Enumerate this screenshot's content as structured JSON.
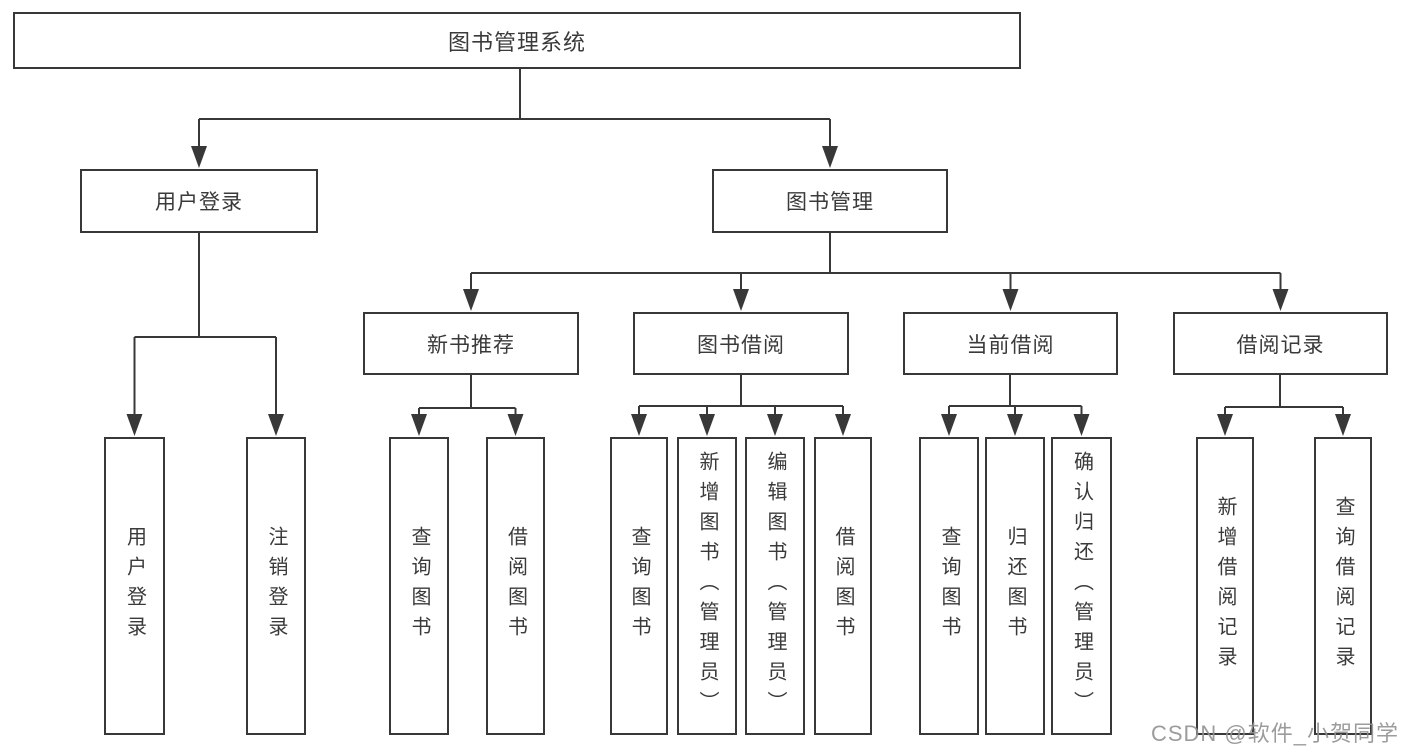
{
  "diagram": {
    "root": "图书管理系统",
    "level2": [
      "用户登录",
      "图书管理"
    ],
    "level3": [
      "新书推荐",
      "图书借阅",
      "当前借阅",
      "借阅记录"
    ],
    "leaves": {
      "userLogin": [
        "用户登录",
        "注销登录"
      ],
      "newBookRec": [
        "查询图书",
        "借阅图书"
      ],
      "bookBorrow": [
        "查询图书",
        "新增图书（管理员）",
        "编辑图书（管理员）",
        "借阅图书"
      ],
      "currentBorrow": [
        "查询图书",
        "归还图书",
        "确认归还（管理员）"
      ],
      "borrowRecord": [
        "新增借阅记录",
        "查询借阅记录"
      ]
    }
  },
  "watermark": "CSDN @软件_小贺同学",
  "colors": {
    "line": "#383838",
    "text": "#3a3a3a",
    "background": "#ffffff",
    "watermark": "#919191"
  }
}
